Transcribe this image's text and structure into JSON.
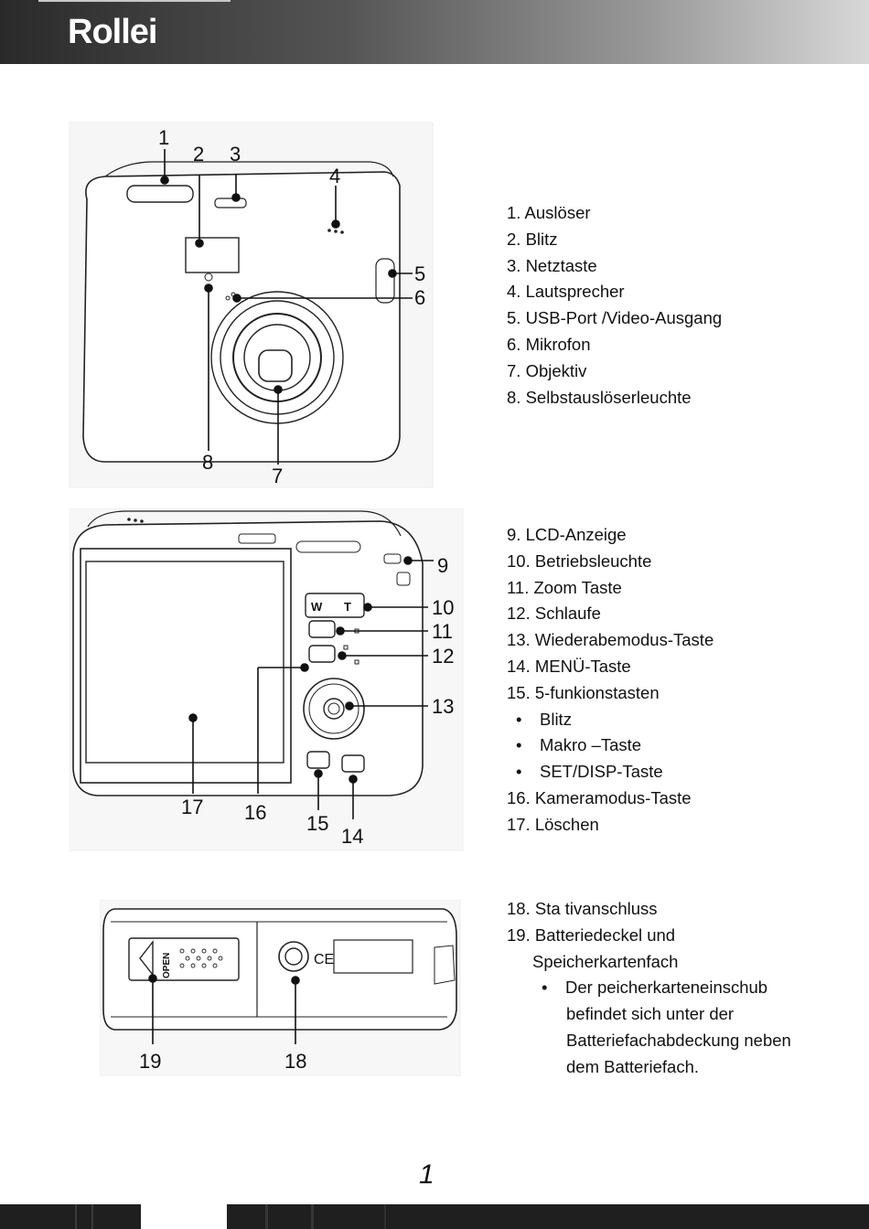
{
  "header": {
    "brand": "Rollei"
  },
  "figures": {
    "front": {
      "callouts": [
        "1",
        "2",
        "3",
        "4",
        "5",
        "6",
        "8",
        "7"
      ]
    },
    "back": {
      "callouts": [
        "9",
        "10",
        "11",
        "12",
        "13",
        "17",
        "16",
        "15",
        "14"
      ]
    },
    "bottom": {
      "callouts": [
        "19",
        "18"
      ],
      "open_label": "OPEN"
    }
  },
  "front_list": [
    "1. Auslöser",
    "2. Blitz",
    "3. Netztaste",
    "4. Lautsprecher",
    "5. USB-Port /Video-Ausgang",
    "6. Mikrofon",
    "7. Objektiv",
    "8. Selbstauslöserleuchte"
  ],
  "back_list": {
    "items_a": [
      "9. LCD-Anzeige",
      "10. Betriebsleuchte",
      "11. Zoom Taste",
      "12. Schlaufe",
      "13. Wiederabemodus-Taste",
      "14. MENÜ-Taste",
      "15. 5-funkionstasten"
    ],
    "bullets": [
      "Blitz",
      "Makro –Taste",
      "SET/DISP-Taste"
    ],
    "items_b": [
      "16. Kameramodus-Taste",
      "17. Löschen"
    ]
  },
  "bottom_list": {
    "item18": "18. Sta tivanschluss",
    "item19": "19. Batteriedeckel und",
    "item19_cont": "Speicherkartenfach",
    "bullet_lines": [
      "Der peicherkarteneinschub",
      "befindet sich unter der",
      "Batteriefachabdeckung neben",
      "dem Batteriefach."
    ]
  },
  "page_number": "1"
}
